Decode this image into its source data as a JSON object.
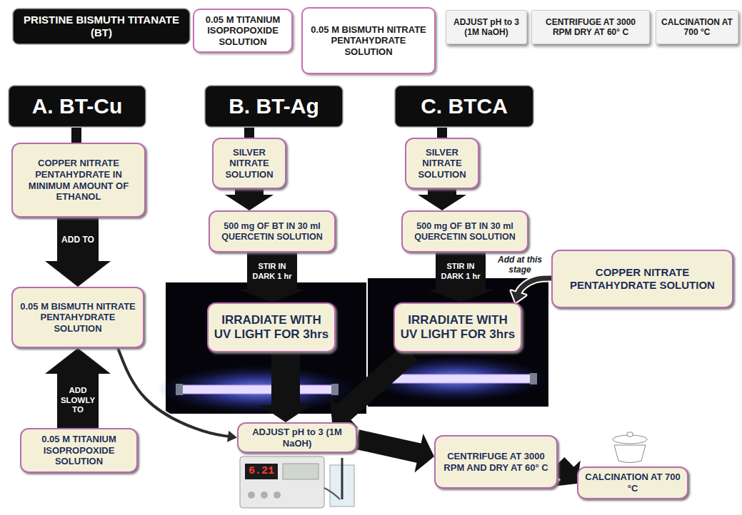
{
  "diagram": {
    "nodes": [
      {
        "text": [
          "PRISTINE BISMUTH TITANATE (BT)"
        ]
      },
      {
        "text": [
          "0.05 M TITANIUM ISOPROPOXIDE SOLUTION"
        ]
      },
      {
        "text": [
          "0.05 M BISMUTH NITRATE PENTAHYDRATE SOLUTION"
        ]
      },
      {
        "text": [
          "ADJUST pH to 3 (1M NaOH)"
        ]
      },
      {
        "text": [
          "CENTRIFUGE AT 3000 RPM DRY AT 60° C"
        ]
      },
      {
        "text": [
          "CALCINATION AT 700 °C"
        ]
      },
      {
        "text": [
          "A. BT-Cu"
        ]
      },
      {
        "text": [
          "B. BT-Ag"
        ]
      },
      {
        "text": [
          "C. BTCA"
        ]
      },
      {
        "text": [
          "SILVER NITRATE SOLUTION"
        ]
      },
      {
        "text": [
          "SILVER NITRATE SOLUTION"
        ]
      },
      {
        "text": [
          "COPPER NITRATE PENTAHYDRATE IN MINIMUM AMOUNT OF ETHANOL"
        ]
      },
      {
        "text": [
          "500 mg OF BT IN 30 ml QUERCETIN SOLUTION"
        ]
      },
      {
        "text": [
          "500 mg OF BT IN 30 ml QUERCETIN SOLUTION"
        ]
      },
      {
        "text": [
          "COPPER NITRATE PENTAHYDRATE SOLUTION"
        ]
      },
      {
        "text": [
          "0.05 M BISMUTH NITRATE PENTAHYDRATE SOLUTION"
        ]
      },
      {
        "text": [
          "IRRADIATE WITH UV LIGHT FOR 3hrs"
        ]
      },
      {
        "text": [
          "IRRADIATE WITH UV LIGHT FOR 3hrs"
        ]
      },
      {
        "text": [
          "0.05 M TITANIUM ISOPROPOXIDE SOLUTION"
        ]
      },
      {
        "text": [
          "ADJUST pH to 3 (1M NaOH)"
        ]
      },
      {
        "text": [
          "CENTRIFUGE AT 3000 RPM AND DRY AT 60° C"
        ]
      },
      {
        "text": [
          "CALCINATION AT 700 °C"
        ]
      }
    ],
    "edges": [
      {
        "from": 6,
        "to": 11,
        "arrow": "none"
      },
      {
        "from": 7,
        "to": 9,
        "arrow": "none"
      },
      {
        "from": 8,
        "to": 10,
        "arrow": "none"
      },
      {
        "from": 11,
        "to": 15,
        "label": "ADD TO",
        "arrow": "to"
      },
      {
        "from": 18,
        "to": 15,
        "label": "ADD SLOWLY TO",
        "arrow": "to"
      },
      {
        "from": 15,
        "to": 19,
        "arrow": "to"
      },
      {
        "from": 9,
        "to": 12,
        "arrow": "to"
      },
      {
        "from": 10,
        "to": 13,
        "arrow": "to"
      },
      {
        "from": 12,
        "to": 16,
        "label": "STIR IN DARK 1 hr",
        "arrow": "to"
      },
      {
        "from": 13,
        "to": 17,
        "label": "STIR IN DARK 1 hr",
        "arrow": "to"
      },
      {
        "from": 14,
        "to": 17,
        "label": "Add at this stage",
        "arrow": "to"
      },
      {
        "from": 16,
        "to": 19,
        "arrow": "to"
      },
      {
        "from": 17,
        "to": 19,
        "arrow": "to"
      },
      {
        "from": 19,
        "to": 20,
        "arrow": "to"
      },
      {
        "from": 20,
        "to": 21,
        "arrow": "to"
      }
    ],
    "labels": [
      "6.21"
    ]
  }
}
